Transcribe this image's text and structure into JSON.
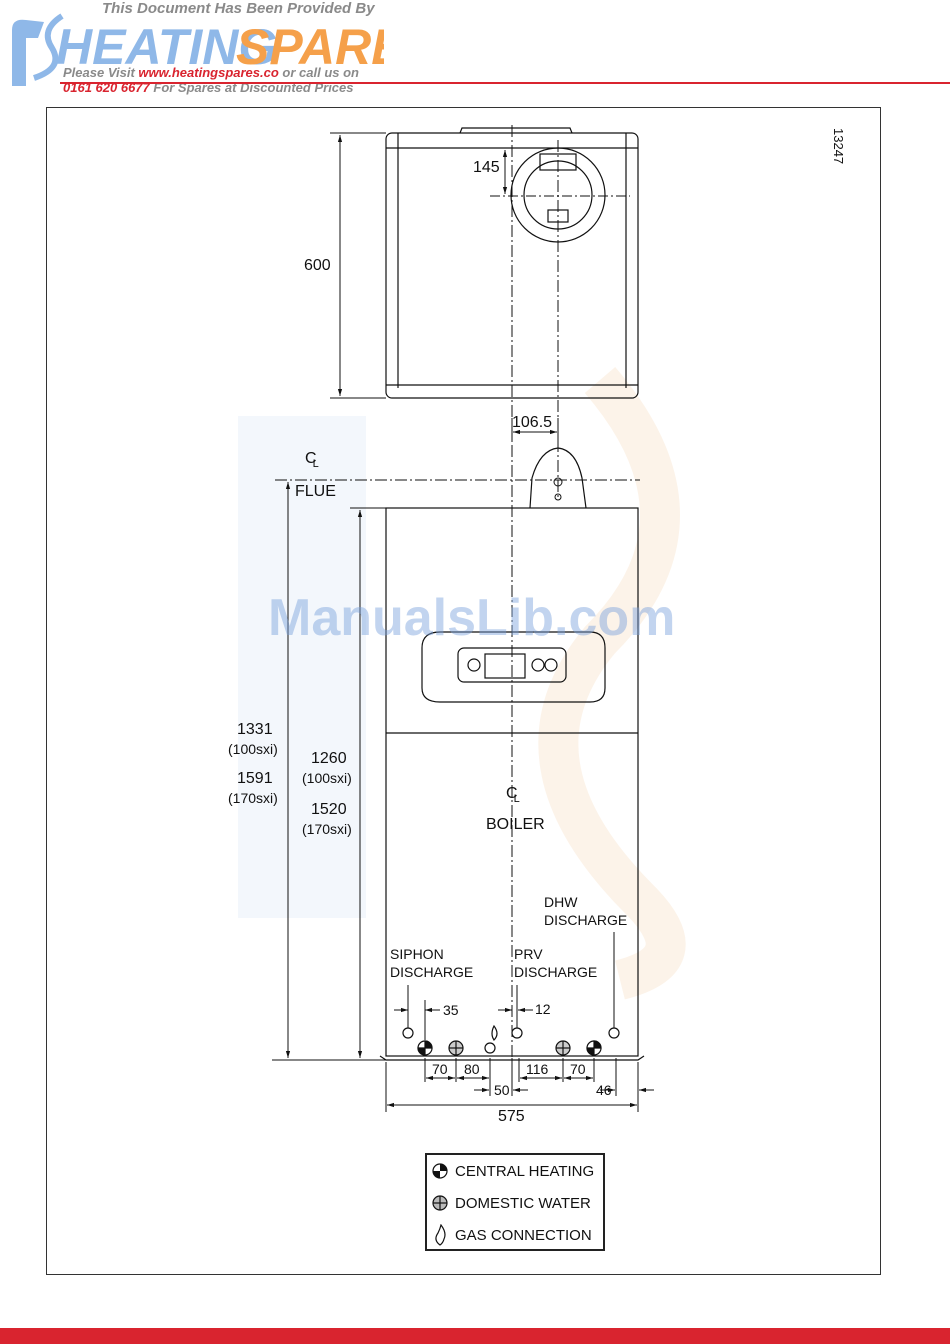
{
  "header": {
    "top_note": "This Document Has Been Provided By",
    "logo_text": "HEATING SPARES",
    "visit_prefix": "Please Visit ",
    "visit_url": "www.heatingspares.co",
    "visit_middle": " or call us on",
    "phone": "0161 620 6677",
    "phone_suffix": " For Spares at Discounted Prices"
  },
  "watermark": "ManualsLib.com",
  "drawing_number": "13247",
  "dimensions": {
    "d145": "145",
    "d600": "600",
    "d106_5": "106.5",
    "d1331": "1331",
    "d1331_note": "(100sxi)",
    "d1591": "1591",
    "d1591_note": "(170sxi)",
    "d1260": "1260",
    "d1260_note": "(100sxi)",
    "d1520": "1520",
    "d1520_note": "(170sxi)",
    "d35": "35",
    "d12": "12",
    "d70a": "70",
    "d80": "80",
    "d50": "50",
    "d116": "116",
    "d70b": "70",
    "d46": "46",
    "d575": "575"
  },
  "labels": {
    "cl_flue_symbol": "C",
    "cl_flue_sub": "L",
    "flue": "FLUE",
    "cl_boiler_symbol": "C",
    "cl_boiler_sub": "L",
    "boiler": "BOILER",
    "dhw_line1": "DHW",
    "dhw_line2": "DISCHARGE",
    "siphon_line1": "SIPHON",
    "siphon_line2": "DISCHARGE",
    "prv_line1": "PRV",
    "prv_line2": "DISCHARGE"
  },
  "legend": [
    {
      "icon": "central-heating-icon",
      "label": "CENTRAL HEATING"
    },
    {
      "icon": "domestic-water-icon",
      "label": "DOMESTIC WATER"
    },
    {
      "icon": "gas-connection-icon",
      "label": "GAS CONNECTION"
    }
  ],
  "colors": {
    "brand_red": "#d9242f",
    "logo_blue": "#8fb8e8",
    "logo_orange": "#f5a04a"
  }
}
